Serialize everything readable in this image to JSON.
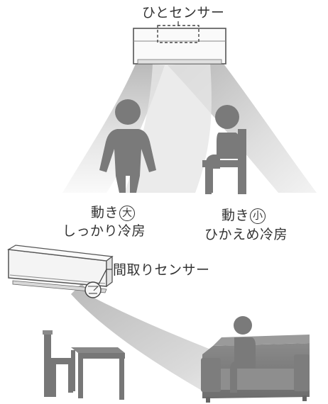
{
  "top_sensor_label": "ひとセンサー",
  "left_person": {
    "line1": "動き",
    "mark": "大",
    "line2": "しっかり冷房"
  },
  "right_person": {
    "line1": "動き",
    "mark": "小",
    "line2": "ひかえめ冷房"
  },
  "room_sensor_label": "間取りセンサー",
  "colors": {
    "figure": "#7a7a7a",
    "beam_light": "#efefef",
    "beam_dark": "#c4c4c4",
    "unit_outline": "#555555",
    "text": "#333333"
  }
}
